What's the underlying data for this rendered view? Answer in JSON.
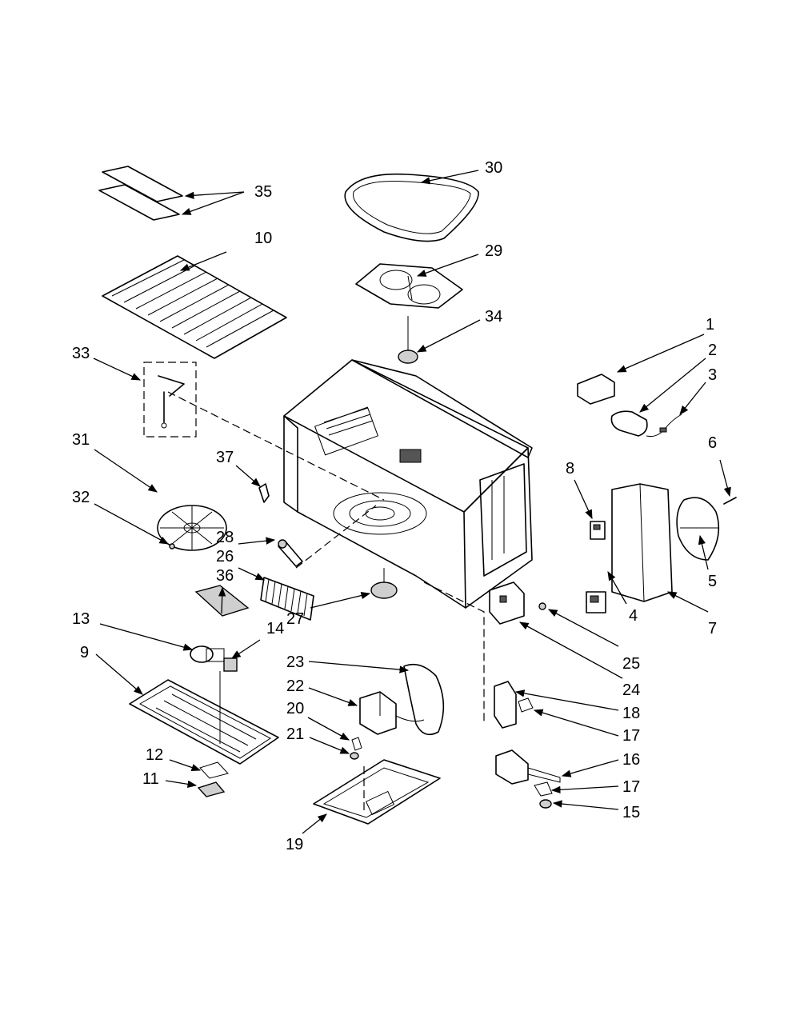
{
  "callouts": [
    "1",
    "2",
    "3",
    "4",
    "5",
    "6",
    "7",
    "8",
    "9",
    "10",
    "11",
    "12",
    "13",
    "14",
    "15",
    "16",
    "17",
    "17",
    "18",
    "19",
    "20",
    "21",
    "22",
    "23",
    "24",
    "25",
    "26",
    "27",
    "28",
    "29",
    "30",
    "31",
    "32",
    "33",
    "34",
    "35",
    "36",
    "37"
  ]
}
